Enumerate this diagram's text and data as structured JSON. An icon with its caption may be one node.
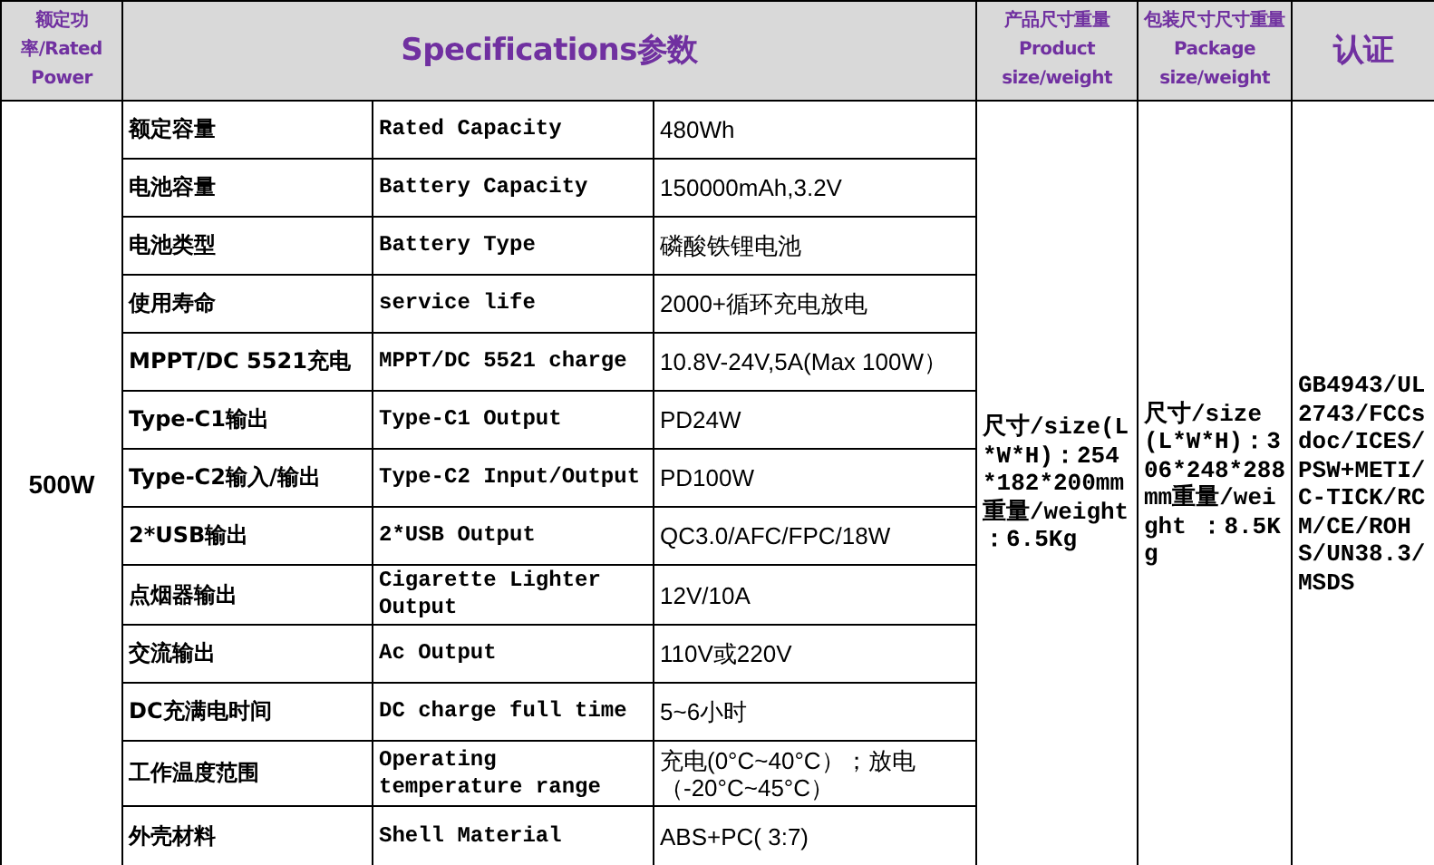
{
  "diagram": {
    "labels": [
      "额定功率/Rated Power",
      "Specifications参数",
      "产品尺寸重量 Product size/weight",
      "包装尺寸尺寸重量 Package size/weight",
      "认证",
      "500W",
      "额定容量",
      "Rated Capacity",
      "480Wh",
      "尺寸/size(L*W*H)：254*182*200mm重量/weight ：6.5Kg",
      "尺寸/size(L*W*H)：306*248*288mm重量/weight ：8.5Kg",
      "GB4943/UL2743/FCCsdoc/ICES/PSW+METI/C-TICK/RCM/CE/ROHS/UN38.3/MSDS",
      "电池容量",
      "Battery Capacity",
      "150000mAh,3.2V",
      "电池类型",
      "Battery Type",
      "磷酸铁锂电池",
      "使用寿命",
      "service life",
      "2000+循环充电放电",
      "MPPT/DC 5521充电",
      "MPPT/DC 5521 charge",
      "10.8V-24V,5A(Max 100W）",
      "Type-C1输出",
      "Type-C1 Output",
      "PD24W",
      "Type-C2输入/输出",
      "Type-C2 Input/Output",
      "PD100W",
      "2*USB输出",
      "2*USB Output",
      "QC3.0/AFC/FPC/18W",
      "点烟器输出",
      "Cigarette Lighter Output",
      "12V/10A",
      "交流输出",
      "Ac Output",
      "110V或220V",
      "DC充满电时间",
      "DC charge full time",
      "5~6小时",
      "工作温度范围",
      "Operating temperature range",
      "充电(0°C~40°C）；放电（-20°C~45°C）",
      "外壳材料",
      "Shell Material",
      "ABS+PC( 3:7)"
    ]
  }
}
